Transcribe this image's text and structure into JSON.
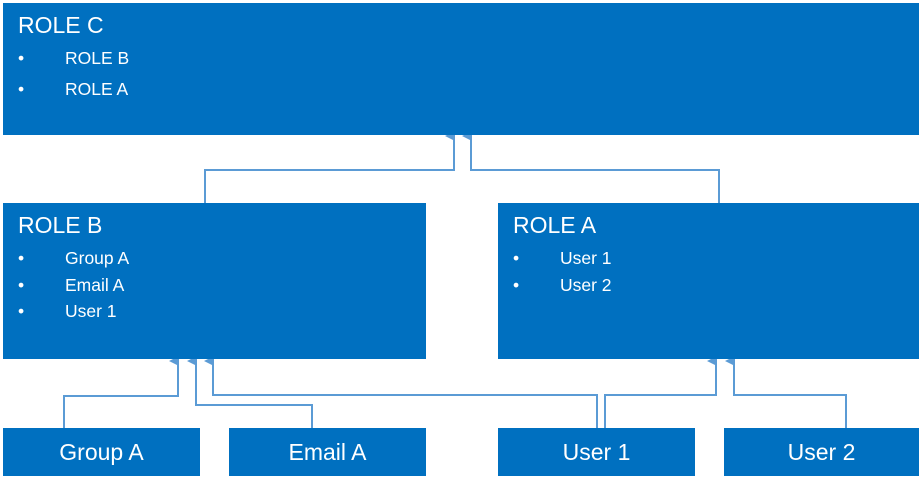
{
  "role_c": {
    "title": "ROLE C",
    "items": [
      "ROLE B",
      "ROLE A"
    ]
  },
  "role_b": {
    "title": "ROLE B",
    "items": [
      "Group A",
      "Email A",
      "User 1"
    ]
  },
  "role_a": {
    "title": "ROLE A",
    "items": [
      "User 1",
      "User 2"
    ]
  },
  "entities": {
    "group_a": "Group A",
    "email_a": "Email A",
    "user_1": "User 1",
    "user_2": "User 2"
  },
  "bullet": "•",
  "colors": {
    "box_fill": "#0070c0",
    "box_text": "#ffffff",
    "connector": "#5b9bd5"
  }
}
